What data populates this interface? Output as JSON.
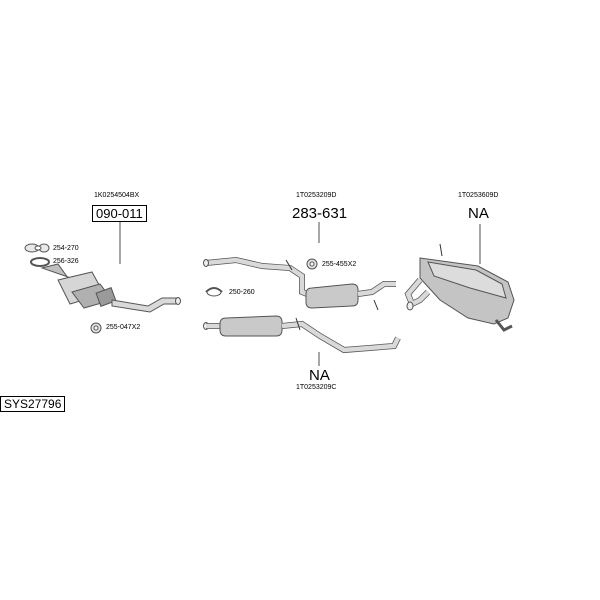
{
  "diagram": {
    "system_code": "SYS27796",
    "groups": [
      {
        "oem_code": "1K0254504BX",
        "part_number": "090-011",
        "accessories": [
          "254-270",
          "256-326",
          "255-047X2"
        ]
      },
      {
        "oem_code": "1T0253209D",
        "part_number": "283-631",
        "accessories": [
          "255-455X2",
          "250-260"
        ]
      },
      {
        "oem_code": "1T0253209C",
        "part_number": "NA",
        "accessories": []
      },
      {
        "oem_code": "1T0253609D",
        "part_number": "NA",
        "accessories": []
      }
    ]
  }
}
